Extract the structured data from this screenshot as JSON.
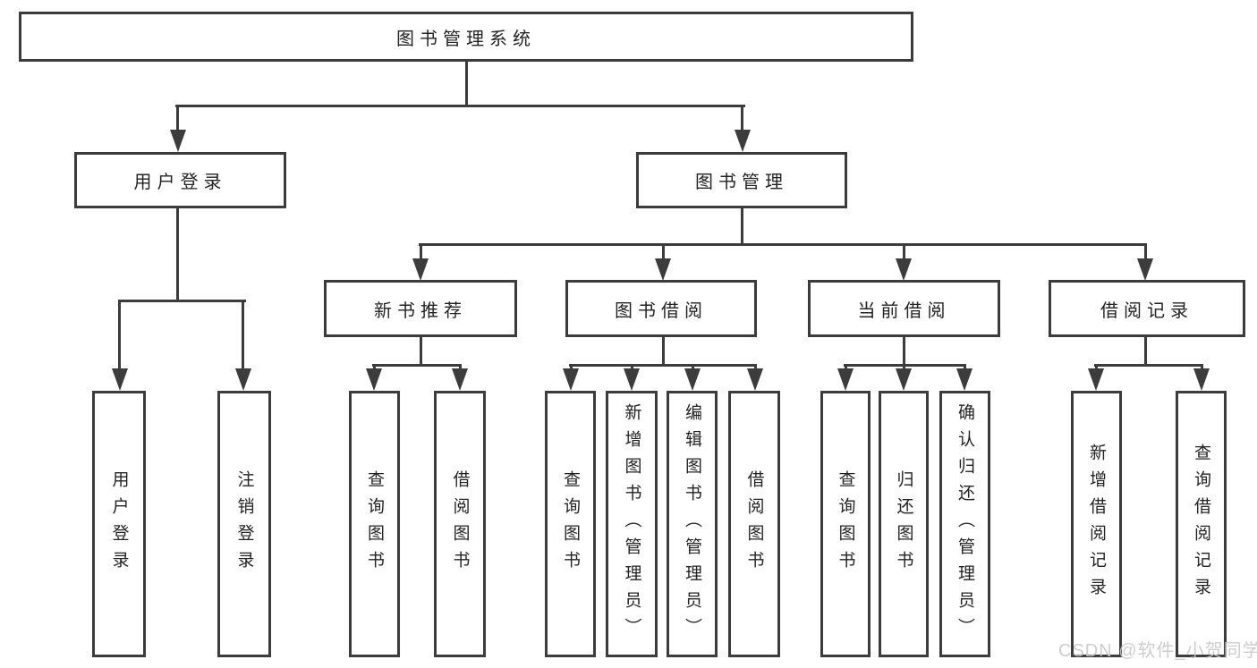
{
  "diagram": {
    "root": {
      "label": "图书管理系统"
    },
    "level2": [
      {
        "id": "user-login",
        "label": "用户登录"
      },
      {
        "id": "book-mgmt",
        "label": "图书管理"
      }
    ],
    "level3": [
      {
        "id": "new-book-rec",
        "label": "新书推荐",
        "parent": "book-mgmt"
      },
      {
        "id": "book-borrow",
        "label": "图书借阅",
        "parent": "book-mgmt"
      },
      {
        "id": "current-borrow",
        "label": "当前借阅",
        "parent": "book-mgmt"
      },
      {
        "id": "borrow-records",
        "label": "借阅记录",
        "parent": "book-mgmt"
      }
    ],
    "leaves": [
      {
        "label": "用户登录",
        "parent": "user-login"
      },
      {
        "label": "注销登录",
        "parent": "user-login"
      },
      {
        "label": "查询图书",
        "parent": "new-book-rec"
      },
      {
        "label": "借阅图书",
        "parent": "new-book-rec"
      },
      {
        "label": "查询图书",
        "parent": "book-borrow"
      },
      {
        "label": "新增图书（管理员）",
        "parent": "book-borrow"
      },
      {
        "label": "编辑图书（管理员）",
        "parent": "book-borrow"
      },
      {
        "label": "借阅图书",
        "parent": "book-borrow"
      },
      {
        "label": "查询图书",
        "parent": "current-borrow"
      },
      {
        "label": "归还图书",
        "parent": "current-borrow"
      },
      {
        "label": "确认归还（管理员）",
        "parent": "current-borrow"
      },
      {
        "label": "新增借阅记录",
        "parent": "borrow-records"
      },
      {
        "label": "查询借阅记录",
        "parent": "borrow-records"
      }
    ],
    "colors": {
      "line": "#3c3c3c",
      "text": "#232323",
      "background": "#ffffff"
    }
  },
  "watermark": {
    "text": "CSDN @软件_小贺同学",
    "color": "#c8c8c8"
  }
}
